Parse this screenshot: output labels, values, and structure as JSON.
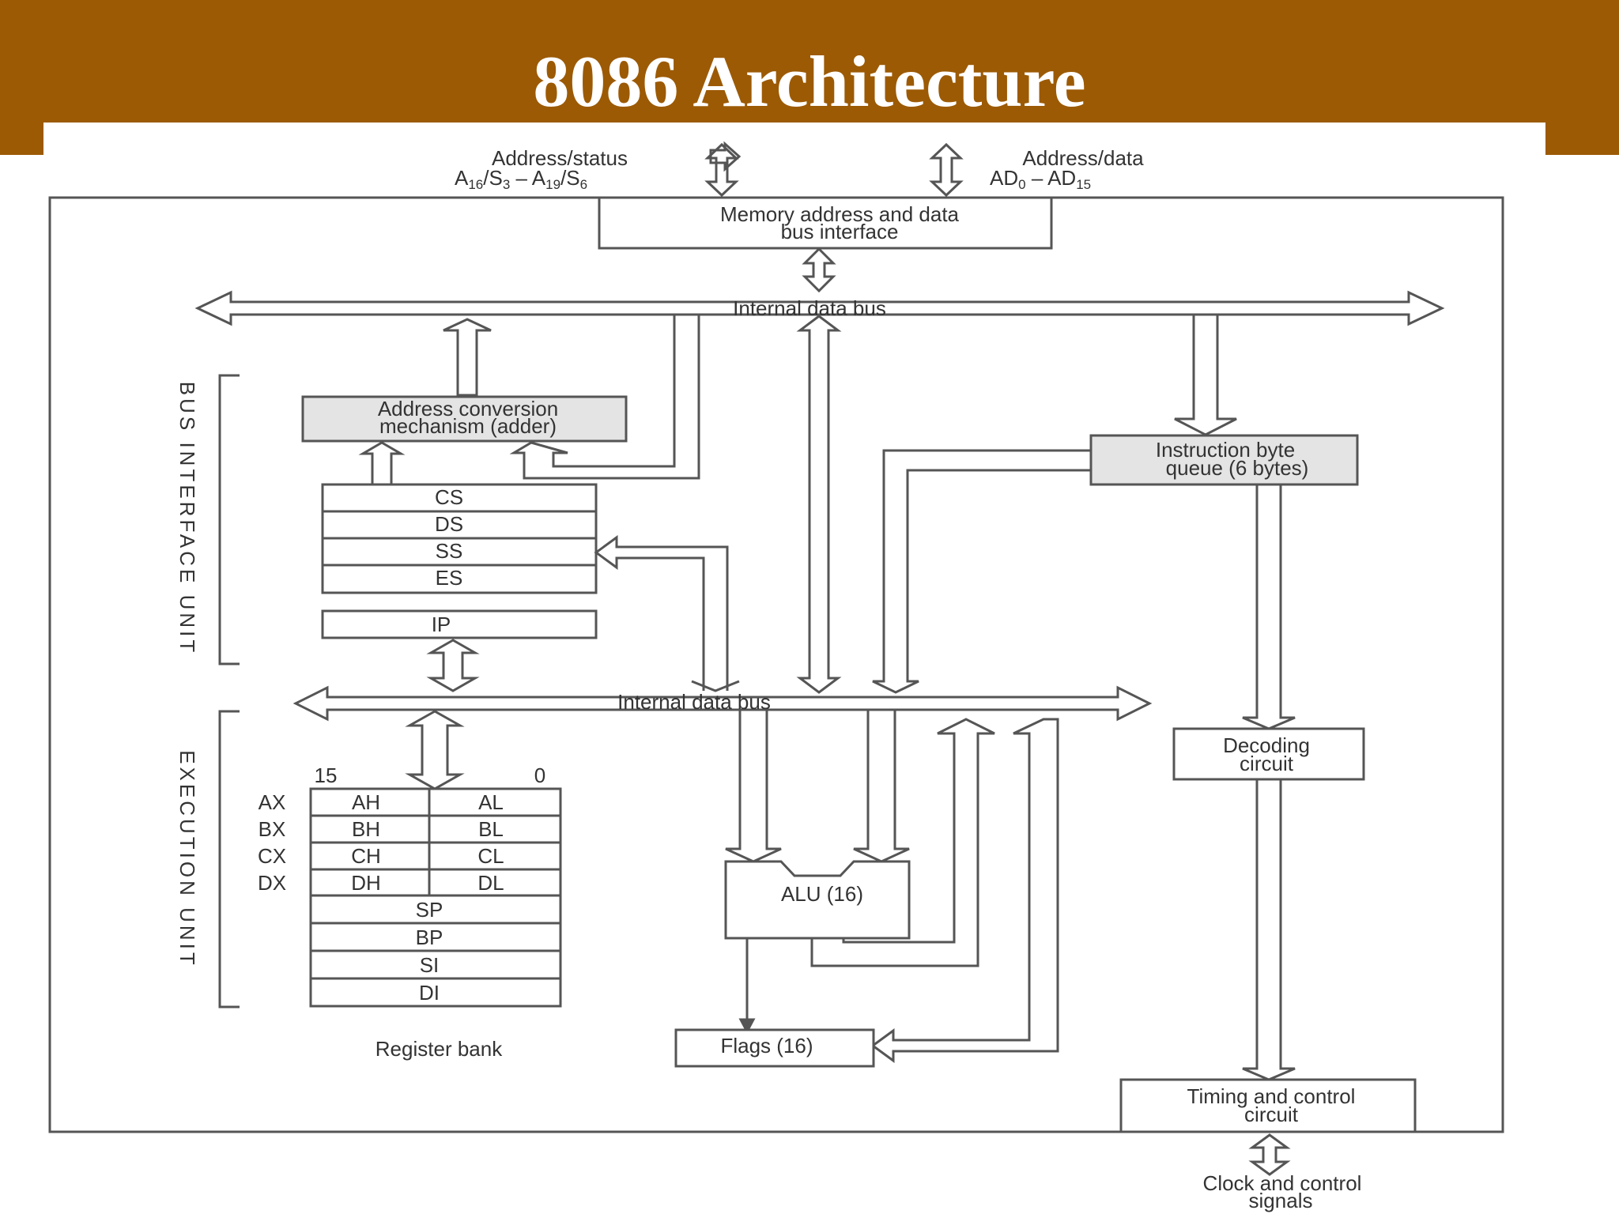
{
  "slide": {
    "title": "8086 Architecture"
  },
  "colors": {
    "header": "#9c5a05",
    "box_fill": "#e4e4e4",
    "line": "#555555"
  },
  "external": {
    "address_status_line1": "Address/status",
    "address_data_line1": "Address/data",
    "clock_line1": "Clock and control",
    "clock_line2": "signals"
  },
  "boxes": {
    "memory_interface_line1": "Memory address and data",
    "memory_interface_line2": "bus interface",
    "adder_line1": "Address conversion",
    "adder_line2": "mechanism (adder)",
    "queue_line1": "Instruction byte",
    "queue_line2": "queue (6 bytes)",
    "decoding_line1": "Decoding",
    "decoding_line2": "circuit",
    "timing_line1": "Timing and control",
    "timing_line2": "circuit",
    "alu": "ALU (16)",
    "flags": "Flags (16)"
  },
  "buses": {
    "upper": "Internal data bus",
    "lower": "Internal data bus"
  },
  "segment_registers": [
    "CS",
    "DS",
    "SS",
    "ES"
  ],
  "ip": "IP",
  "units": {
    "bus_interface": "BUS INTERFACE UNIT",
    "execution": "EXECUTION UNIT"
  },
  "register_bank": {
    "bit_high": "15",
    "bit_low": "0",
    "rows": [
      {
        "name": "AX",
        "high": "AH",
        "low": "AL"
      },
      {
        "name": "BX",
        "high": "BH",
        "low": "BL"
      },
      {
        "name": "CX",
        "high": "CH",
        "low": "CL"
      },
      {
        "name": "DX",
        "high": "DH",
        "low": "DL"
      }
    ],
    "pointers": [
      "SP",
      "BP",
      "SI",
      "DI"
    ],
    "caption": "Register bank"
  }
}
